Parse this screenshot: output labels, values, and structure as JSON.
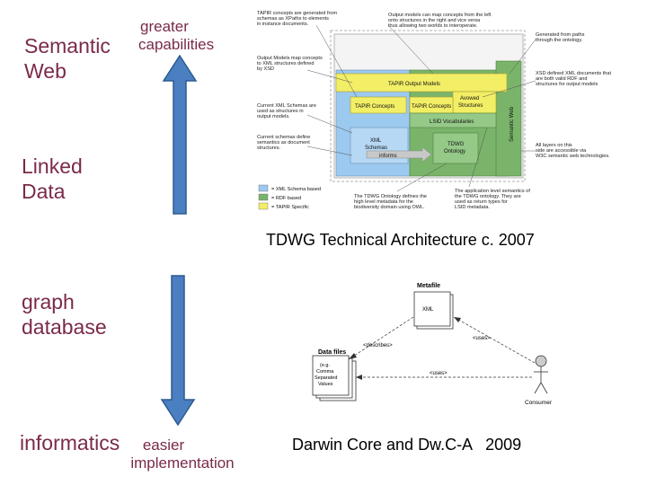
{
  "left_labels": {
    "semantic_web": [
      "Semantic",
      "Web"
    ],
    "linked_data": [
      "Linked",
      "Data"
    ],
    "graph_database": [
      "graph",
      "database"
    ],
    "informatics": "informatics",
    "greater_capabilities": [
      "greater",
      "capabilities"
    ],
    "easier_implementation": [
      "easier",
      "implementation"
    ]
  },
  "colors": {
    "semantic_web_label": "#7a2a4a",
    "arrow_fill": "#4a7fc1",
    "arrow_stroke": "#2e5a90",
    "xml_schema_blue": "#9cc9ef",
    "rdf_green": "#7ab46a",
    "tapir_yellow": "#f2ee66"
  },
  "tdwg_diagram": {
    "caption": "TDWG Technical Architecture c. 2007",
    "notes": [
      "TAPIR concepts are generated from schemas as XPaths to elements in instance documents.",
      "Output models can map concepts from the left onto structures in the right and vice versa thus allowing two worlds to interoperate.",
      "Generated from paths through the ontology.",
      "Output Models map concepts to XML structures defined by XSD",
      "XSD defined XML documents that are both valid RDF and structures for output models",
      "Current XML Schemas are used as structures in output models.",
      "Current schemas define semantics as document structures.",
      "All layers on this side are accessible via W3C semantic web technologies.",
      "The TDWG Ontology defines the high level metadata for the biodiversity domain using OWL.",
      "The application level semantics of the TDWG ontology. They are used as return types for LSID metadata."
    ],
    "boxes": {
      "output_models": "TAPIR Output Models",
      "avowed": [
        "Avowed",
        "Structures"
      ],
      "tapir_concepts_left": "TAPIR Concepts",
      "tapir_concepts_right": "TAPIR Concepts",
      "lsid_vocab": "LSID Vocabularies",
      "xml_schemas": [
        "XML",
        "Schemas"
      ],
      "tdwg_ontology": [
        "TDWG",
        "Ontology"
      ],
      "informs": "informs",
      "semantic_web_vertical": "Semantic Web"
    },
    "legend": [
      {
        "label": "= XML Schema based",
        "color": "#9cc9ef"
      },
      {
        "label": "= RDF based",
        "color": "#7ab46a"
      },
      {
        "label": "= TAPIR Specific",
        "color": "#f2ee66"
      }
    ]
  },
  "dwca_diagram": {
    "caption": "Darwin Core and Dw.C-A   2009",
    "metafile": "Metafile",
    "xml": "XML",
    "data_files": "Data files",
    "data_files_desc": [
      "(e.g.",
      "Comma",
      "Separated",
      "Values"
    ],
    "describes": "<describes>",
    "uses_top": "<uses>",
    "uses_bottom": "<uses>",
    "consumer": "Consumer"
  }
}
